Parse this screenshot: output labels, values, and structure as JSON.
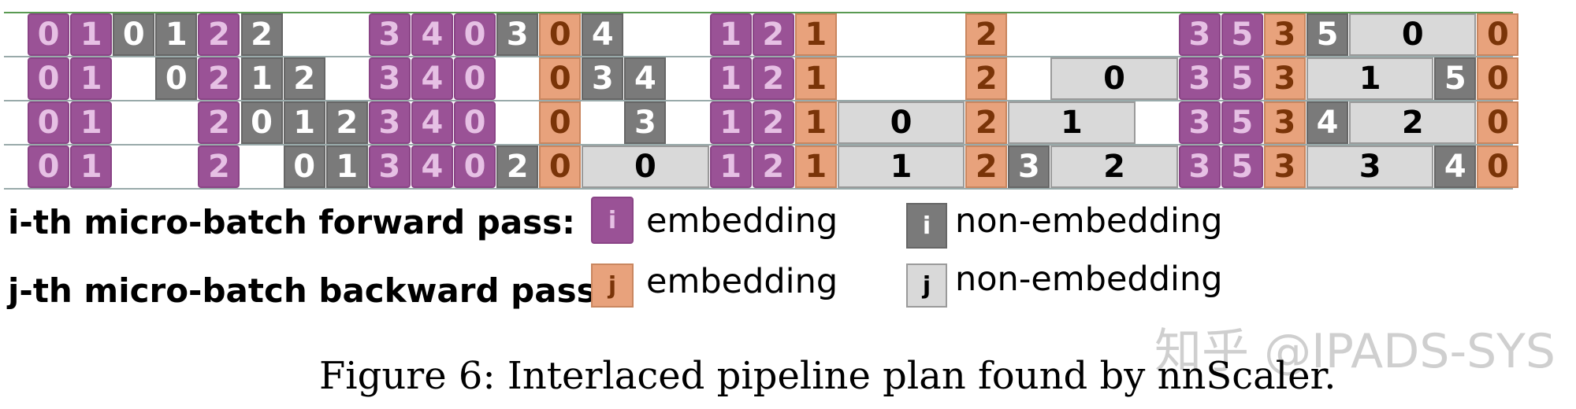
{
  "diagram": {
    "rows": [
      [
        {
          "t": "fe",
          "l": "0"
        },
        {
          "t": "fe",
          "l": "1"
        },
        {
          "t": "fn",
          "l": "0"
        },
        {
          "t": "fn",
          "l": "1"
        },
        {
          "t": "fe",
          "l": "2"
        },
        {
          "t": "fn",
          "l": "2"
        },
        {
          "t": "gap"
        },
        {
          "t": "gap"
        },
        {
          "t": "fe",
          "l": "3"
        },
        {
          "t": "fe",
          "l": "4"
        },
        {
          "t": "fe",
          "l": "0"
        },
        {
          "t": "fn",
          "l": "3"
        },
        {
          "t": "be",
          "l": "0"
        },
        {
          "t": "fn",
          "l": "4"
        },
        {
          "t": "gap"
        },
        {
          "t": "gap"
        },
        {
          "t": "fe",
          "l": "1"
        },
        {
          "t": "fe",
          "l": "2"
        },
        {
          "t": "be",
          "l": "1"
        },
        {
          "t": "gap"
        },
        {
          "t": "gap"
        },
        {
          "t": "gap"
        },
        {
          "t": "be",
          "l": "2"
        },
        {
          "t": "gap"
        },
        {
          "t": "gap"
        },
        {
          "t": "gap"
        },
        {
          "t": "gap"
        },
        {
          "t": "fe",
          "l": "3"
        },
        {
          "t": "fe",
          "l": "5"
        },
        {
          "t": "be",
          "l": "3"
        },
        {
          "t": "fn",
          "l": "5"
        },
        {
          "t": "bn",
          "l": "0",
          "w": 3
        },
        {
          "t": "be",
          "l": "0"
        }
      ],
      [
        {
          "t": "fe",
          "l": "0"
        },
        {
          "t": "fe",
          "l": "1"
        },
        {
          "t": "gap"
        },
        {
          "t": "fn",
          "l": "0"
        },
        {
          "t": "fe",
          "l": "2"
        },
        {
          "t": "fn",
          "l": "1"
        },
        {
          "t": "fn",
          "l": "2"
        },
        {
          "t": "gap"
        },
        {
          "t": "fe",
          "l": "3"
        },
        {
          "t": "fe",
          "l": "4"
        },
        {
          "t": "fe",
          "l": "0"
        },
        {
          "t": "gap"
        },
        {
          "t": "be",
          "l": "0"
        },
        {
          "t": "fn",
          "l": "3"
        },
        {
          "t": "fn",
          "l": "4"
        },
        {
          "t": "gap"
        },
        {
          "t": "fe",
          "l": "1"
        },
        {
          "t": "fe",
          "l": "2"
        },
        {
          "t": "be",
          "l": "1"
        },
        {
          "t": "gap"
        },
        {
          "t": "gap"
        },
        {
          "t": "gap"
        },
        {
          "t": "be",
          "l": "2"
        },
        {
          "t": "gap"
        },
        {
          "t": "bn",
          "l": "0",
          "w": 3
        },
        {
          "t": "fe",
          "l": "3"
        },
        {
          "t": "fe",
          "l": "5"
        },
        {
          "t": "be",
          "l": "3"
        },
        {
          "t": "bn",
          "l": "1",
          "w": 3
        },
        {
          "t": "fn",
          "l": "5"
        },
        {
          "t": "be",
          "l": "0"
        }
      ],
      [
        {
          "t": "fe",
          "l": "0"
        },
        {
          "t": "fe",
          "l": "1"
        },
        {
          "t": "gap"
        },
        {
          "t": "gap"
        },
        {
          "t": "fe",
          "l": "2"
        },
        {
          "t": "fn",
          "l": "0"
        },
        {
          "t": "fn",
          "l": "1"
        },
        {
          "t": "fn",
          "l": "2"
        },
        {
          "t": "fe",
          "l": "3"
        },
        {
          "t": "fe",
          "l": "4"
        },
        {
          "t": "fe",
          "l": "0"
        },
        {
          "t": "gap"
        },
        {
          "t": "be",
          "l": "0"
        },
        {
          "t": "gap"
        },
        {
          "t": "fn",
          "l": "3"
        },
        {
          "t": "gap"
        },
        {
          "t": "fe",
          "l": "1"
        },
        {
          "t": "fe",
          "l": "2"
        },
        {
          "t": "be",
          "l": "1"
        },
        {
          "t": "bn",
          "l": "0",
          "w": 3
        },
        {
          "t": "be",
          "l": "2"
        },
        {
          "t": "bn",
          "l": "1",
          "w": 3
        },
        {
          "t": "gap"
        },
        {
          "t": "fe",
          "l": "3"
        },
        {
          "t": "fe",
          "l": "5"
        },
        {
          "t": "be",
          "l": "3"
        },
        {
          "t": "fn",
          "l": "4"
        },
        {
          "t": "bn",
          "l": "2",
          "w": 3
        },
        {
          "t": "be",
          "l": "0"
        }
      ],
      [
        {
          "t": "fe",
          "l": "0"
        },
        {
          "t": "fe",
          "l": "1"
        },
        {
          "t": "gap"
        },
        {
          "t": "gap"
        },
        {
          "t": "fe",
          "l": "2"
        },
        {
          "t": "gap"
        },
        {
          "t": "fn",
          "l": "0"
        },
        {
          "t": "fn",
          "l": "1"
        },
        {
          "t": "fe",
          "l": "3"
        },
        {
          "t": "fe",
          "l": "4"
        },
        {
          "t": "fe",
          "l": "0"
        },
        {
          "t": "fn",
          "l": "2"
        },
        {
          "t": "be",
          "l": "0"
        },
        {
          "t": "bn",
          "l": "0",
          "w": 3
        },
        {
          "t": "fe",
          "l": "1"
        },
        {
          "t": "fe",
          "l": "2"
        },
        {
          "t": "be",
          "l": "1"
        },
        {
          "t": "bn",
          "l": "1",
          "w": 3
        },
        {
          "t": "be",
          "l": "2"
        },
        {
          "t": "fn",
          "l": "3"
        },
        {
          "t": "bn",
          "l": "2",
          "w": 3
        },
        {
          "t": "fe",
          "l": "3"
        },
        {
          "t": "fe",
          "l": "5"
        },
        {
          "t": "be",
          "l": "3"
        },
        {
          "t": "bn",
          "l": "3",
          "w": 3
        },
        {
          "t": "fn",
          "l": "4"
        },
        {
          "t": "be",
          "l": "0"
        }
      ]
    ]
  },
  "legend": {
    "forward_title": "i-th micro-batch forward pass:",
    "backward_title": "j-th micro-batch backward pass:",
    "forward_symbol": "i",
    "backward_symbol": "j",
    "embedding": "embedding",
    "non_embedding": "non-embedding"
  },
  "watermark": "知乎 @IPADS-SYS",
  "caption": "Figure 6: Interlaced pipeline plan found by nnScaler."
}
